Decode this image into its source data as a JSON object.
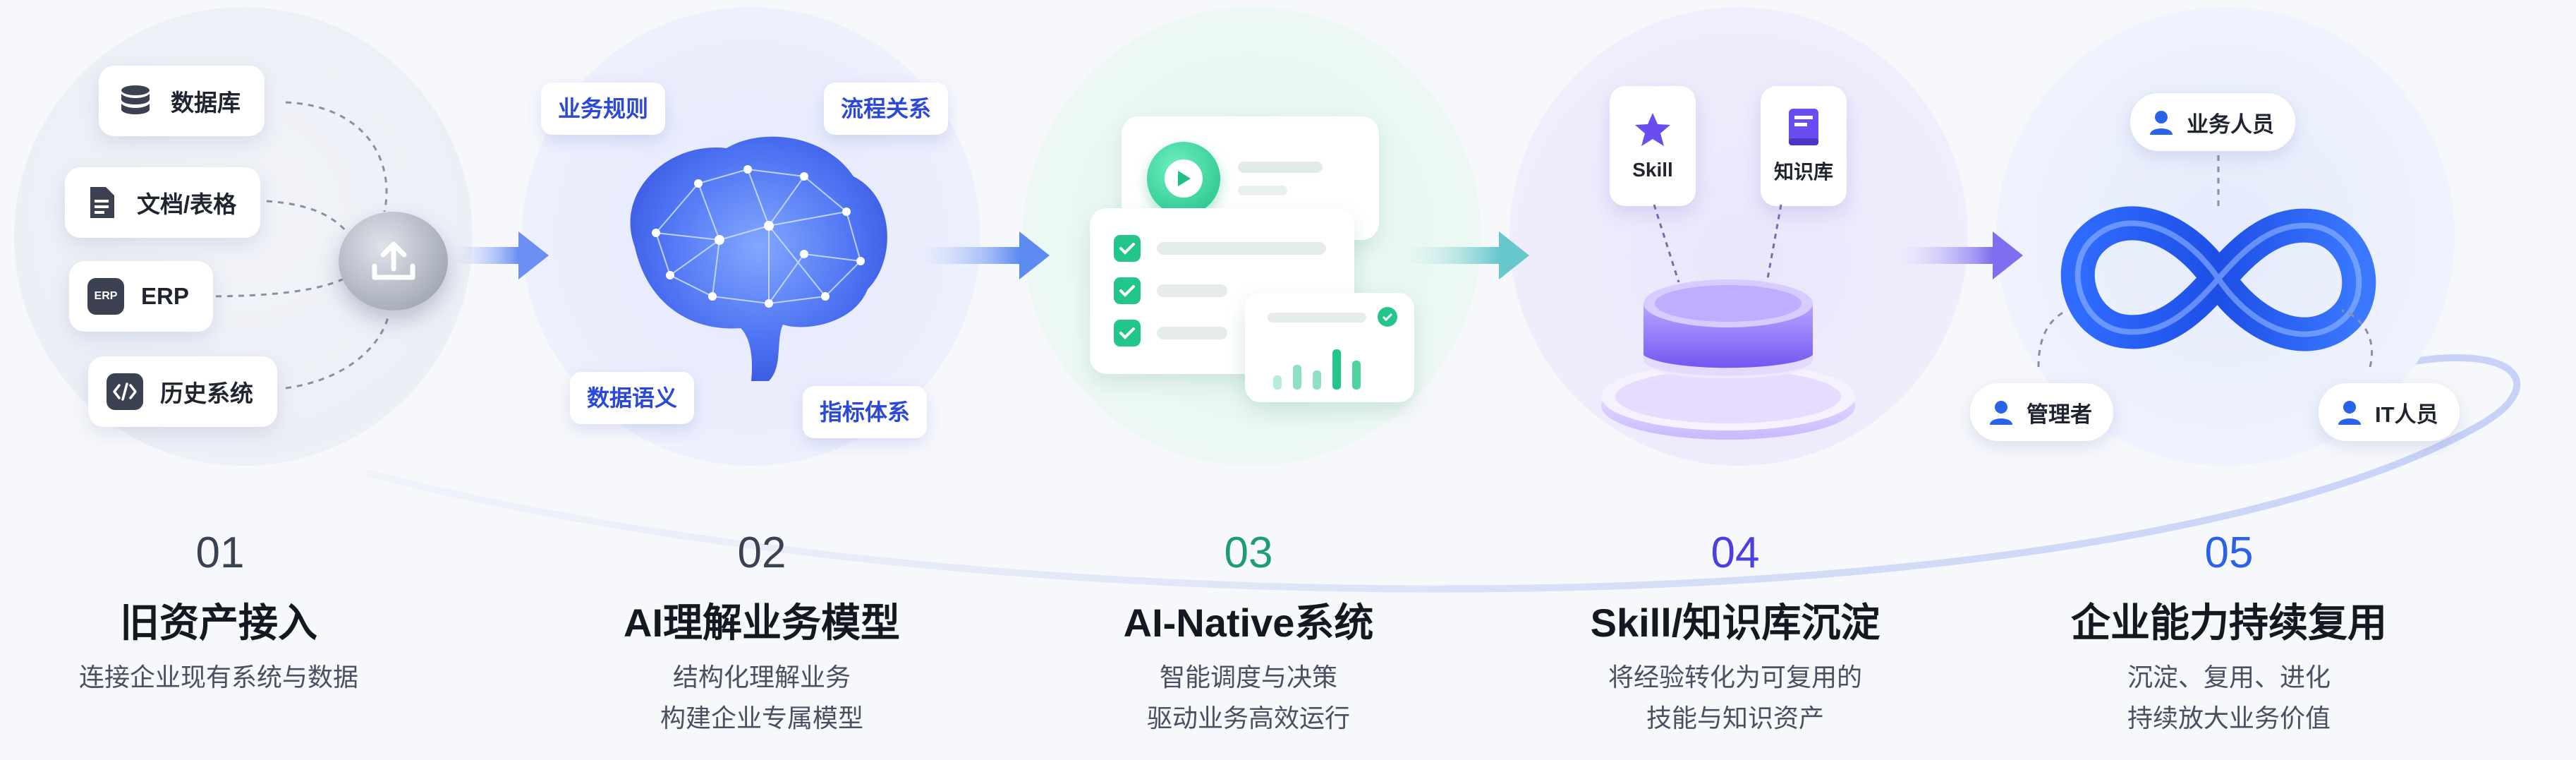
{
  "sources": [
    {
      "label": "数据库",
      "icon": "database-icon"
    },
    {
      "label": "文档/表格",
      "icon": "document-icon"
    },
    {
      "label": "ERP",
      "icon": "erp-icon",
      "badge": "ERP"
    },
    {
      "label": "历史系统",
      "icon": "code-icon"
    }
  ],
  "brain_tags": [
    "业务规则",
    "流程关系",
    "数据语义",
    "指标体系"
  ],
  "knowledge_chips": [
    {
      "label": "Skill",
      "icon": "star-icon"
    },
    {
      "label": "知识库",
      "icon": "book-icon"
    }
  ],
  "roles": [
    "业务人员",
    "管理者",
    "IT人员"
  ],
  "steps": [
    {
      "number": "01",
      "title": "旧资产接入",
      "desc": [
        "连接企业现有系统与数据"
      ],
      "color": "#3a4150"
    },
    {
      "number": "02",
      "title": "AI理解业务模型",
      "desc": [
        "结构化理解业务",
        "构建企业专属模型"
      ],
      "color": "#3a4150"
    },
    {
      "number": "03",
      "title": "AI-Native系统",
      "desc": [
        "智能调度与决策",
        "驱动业务高效运行"
      ],
      "color": "#1f9a7a"
    },
    {
      "number": "04",
      "title": "Skill/知识库沉淀",
      "desc": [
        "将经验转化为可复用的",
        "技能与知识资产"
      ],
      "color": "#4b3fe0"
    },
    {
      "number": "05",
      "title": "企业能力持续复用",
      "desc": [
        "沉淀、复用、进化",
        "持续放大业务价值"
      ],
      "color": "#2a63e6"
    }
  ],
  "colors": {
    "blue": "#2a63e6",
    "green": "#22c58a",
    "purple": "#6a4cf0",
    "dark": "#3b4150"
  }
}
